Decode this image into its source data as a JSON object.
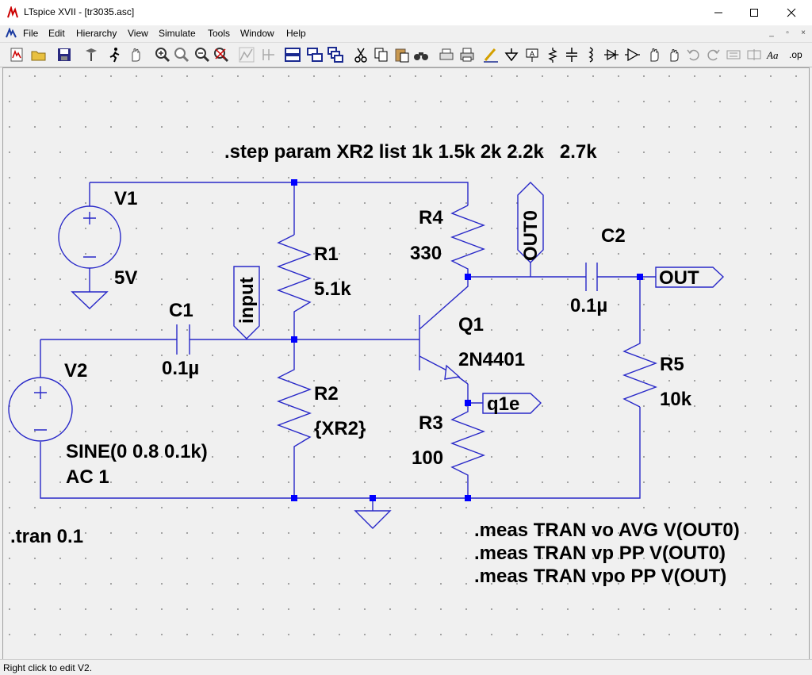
{
  "window": {
    "title": "LTspice XVII - [tr3035.asc]",
    "controls": [
      "minimize-icon",
      "maximize-icon",
      "close-icon"
    ]
  },
  "menu": [
    "File",
    "Edit",
    "Hierarchy",
    "View",
    "Simulate",
    "Tools",
    "Window",
    "Help"
  ],
  "toolbar_icons": [
    "new-schematic-icon",
    "open-icon",
    "save-icon",
    "control-panel-icon",
    "run-icon",
    "halt-icon",
    "zoom-in-icon",
    "zoom-pan-icon",
    "zoom-out-icon",
    "zoom-fit-icon",
    "autoscale-icon",
    "cursor-icon",
    "tile-horizontal-icon",
    "tile-vertical-icon",
    "cascade-icon",
    "cut-icon",
    "copy-icon",
    "paste-icon",
    "find-icon",
    "print-setup-icon",
    "print-icon",
    "draw-wire-icon",
    "ground-icon",
    "label-net-icon",
    "resistor-icon",
    "capacitor-icon",
    "inductor-icon",
    "diode-icon",
    "component-icon",
    "move-icon",
    "drag-icon",
    "undo-icon",
    "redo-icon",
    "rotate-icon",
    "mirror-icon",
    "text-icon",
    "spice-directive-icon"
  ],
  "colors": {
    "wire": "#2020c8",
    "junction": "#0000ff",
    "dot_grid": "#909090",
    "text": "#000000"
  },
  "schematic": {
    "directives": {
      "step": ".step param XR2 list 1k 1.5k 2k 2.2k   2.7k",
      "tran": ".tran 0.1",
      "meas": [
        ".meas TRAN vo AVG V(OUT0)",
        ".meas TRAN vp PP V(OUT0)",
        ".meas TRAN vpo PP V(OUT)"
      ]
    },
    "components": {
      "V1": {
        "name": "V1",
        "value": "5V"
      },
      "V2": {
        "name": "V2",
        "value_line1": "SINE(0 0.8 0.1k)",
        "value_line2": "AC 1"
      },
      "R1": {
        "name": "R1",
        "value": "5.1k"
      },
      "R2": {
        "name": "R2",
        "value": "{XR2}"
      },
      "R3": {
        "name": "R3",
        "value": "100"
      },
      "R4": {
        "name": "R4",
        "value": "330"
      },
      "R5": {
        "name": "R5",
        "value": "10k"
      },
      "C1": {
        "name": "C1",
        "value": "0.1µ"
      },
      "C2": {
        "name": "C2",
        "value": "0.1µ"
      },
      "Q1": {
        "name": "Q1",
        "value": "2N4401"
      }
    },
    "net_labels": {
      "input": "input",
      "out0": "OUT0",
      "out": "OUT",
      "q1e": "q1e"
    }
  },
  "status": "Right click to edit V2."
}
